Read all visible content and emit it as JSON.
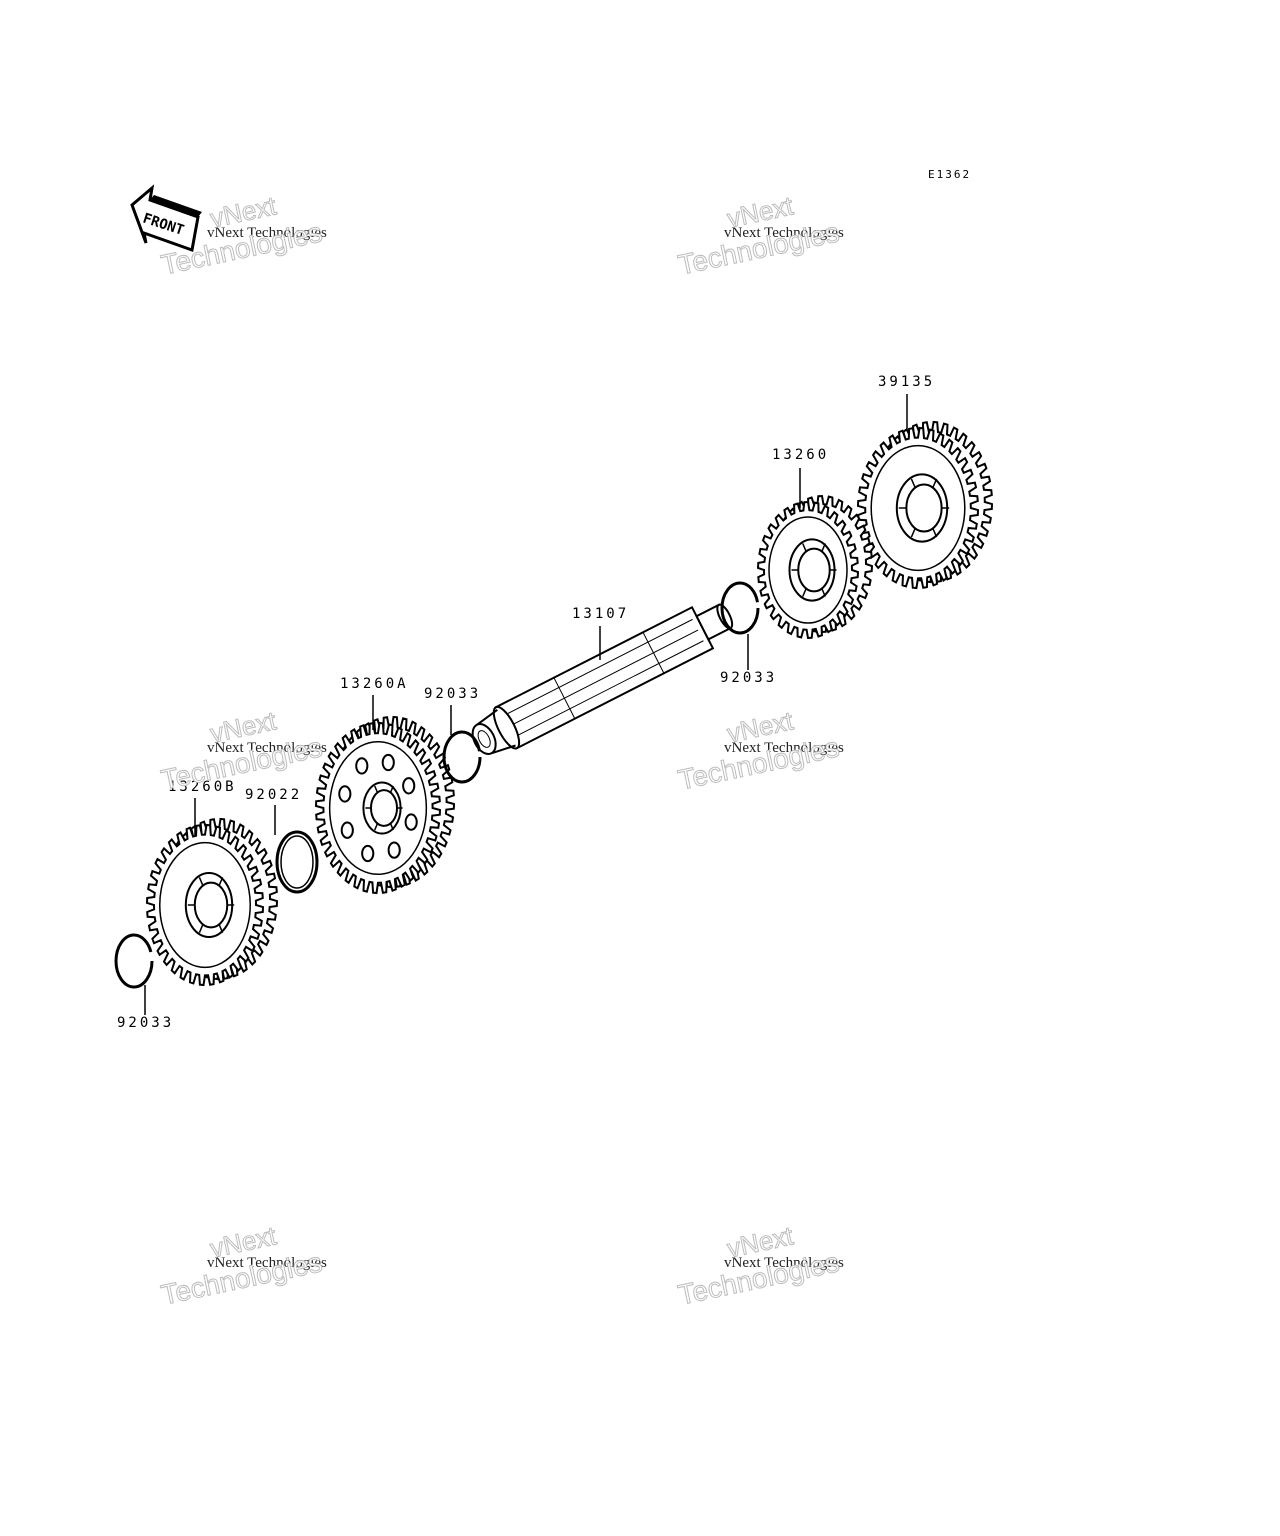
{
  "diagram_code": "E1362",
  "front_label": "FRONT",
  "watermark": {
    "line1": "vNext",
    "line2": "vNext Technologies",
    "line3": "Technologies"
  },
  "parts": [
    {
      "number": "39135"
    },
    {
      "number": "13260"
    },
    {
      "number": "13107"
    },
    {
      "number": "92033"
    },
    {
      "number": "13260A"
    },
    {
      "number": "92033"
    },
    {
      "number": "13260B"
    },
    {
      "number": "92022"
    },
    {
      "number": "92033"
    }
  ]
}
